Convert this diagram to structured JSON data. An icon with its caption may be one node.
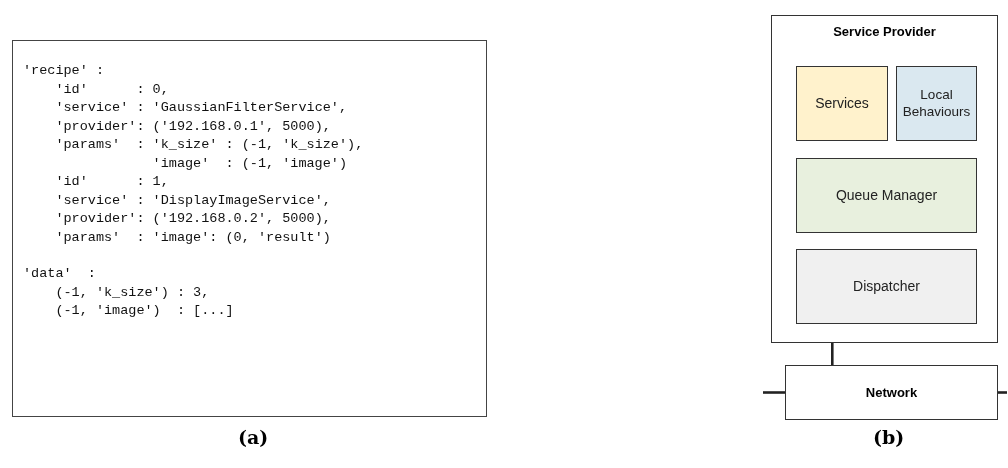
{
  "diagram": {
    "nodes": [
      {
        "text": [
          "'recipe' :",
          "'id'      : 0,",
          "'service' : 'GaussianFilterService',",
          "'provider': ('192.168.0.1', 5000),",
          "'params'  : 'k_size' : (-1, 'k_size'),",
          "'image'  : (-1, 'image')",
          "'id'      : 1,",
          "'service' : 'DisplayImageService',",
          "'provider': ('192.168.0.2', 5000),",
          "'params'  : 'image': (0, 'result')",
          "'data'  :",
          "(-1, 'k_size') : 3,",
          "(-1, 'image')  : [...]"
        ]
      },
      {
        "text": [
          "Service Provider"
        ]
      },
      {
        "text": [
          "Services"
        ],
        "in": 1
      },
      {
        "text": [
          "Local Behaviours"
        ],
        "in": 1
      },
      {
        "text": [
          "Queue Manager"
        ],
        "in": 1
      },
      {
        "text": [
          "Dispatcher"
        ],
        "in": 1
      },
      {
        "text": [
          "Network"
        ]
      }
    ],
    "edges": [
      {
        "from": 1,
        "to": 6,
        "arrow": "none"
      },
      {
        "from": null,
        "to": 6,
        "arrow": "none"
      },
      {
        "from": 6,
        "to": null,
        "arrow": "none"
      }
    ],
    "labels": [
      "(a)",
      "(b)"
    ]
  }
}
